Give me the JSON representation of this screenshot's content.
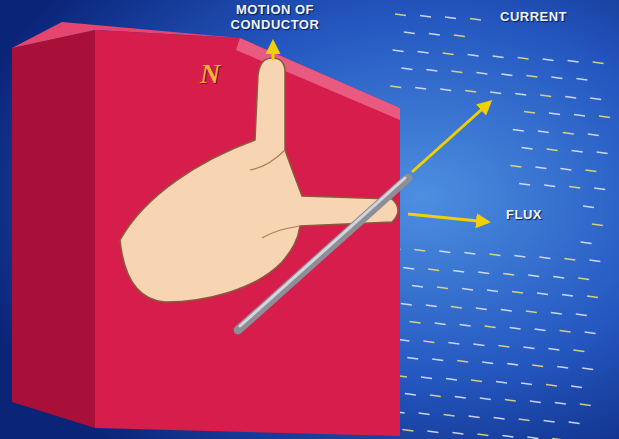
{
  "diagram": {
    "labels": [
      "MOTION OF CONDUCTOR",
      "CURRENT",
      "N",
      "FLUX"
    ]
  }
}
